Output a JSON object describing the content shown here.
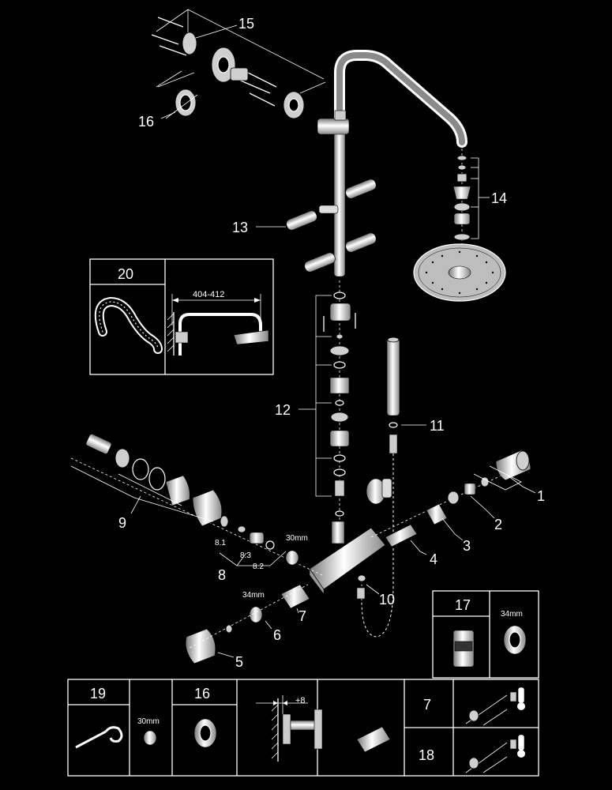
{
  "colors": {
    "background": "#000000",
    "line": "#ffffff",
    "part_fill": "#d9d9d9"
  },
  "callouts": {
    "c1": "1",
    "c2": "2",
    "c3": "3",
    "c4": "4",
    "c5": "5",
    "c6": "6",
    "c7": "7",
    "c8": "8",
    "c8_1": "8.1",
    "c8_2": "8.2",
    "c8_3": "8.3",
    "c9": "9",
    "c10": "10",
    "c11": "11",
    "c12": "12",
    "c13": "13",
    "c14": "14",
    "c15": "15",
    "c16": "16"
  },
  "dims": {
    "d30_upper": "30mm",
    "d34_left": "34mm",
    "arm_length": "404-412"
  },
  "panel20": {
    "number": "20"
  },
  "panel17": {
    "number": "17",
    "dim": "34mm"
  },
  "bottom_table": {
    "c19": "19",
    "c19_dim": "30mm",
    "c16": "16",
    "offset": "+8",
    "c7": "7",
    "c18": "18"
  }
}
